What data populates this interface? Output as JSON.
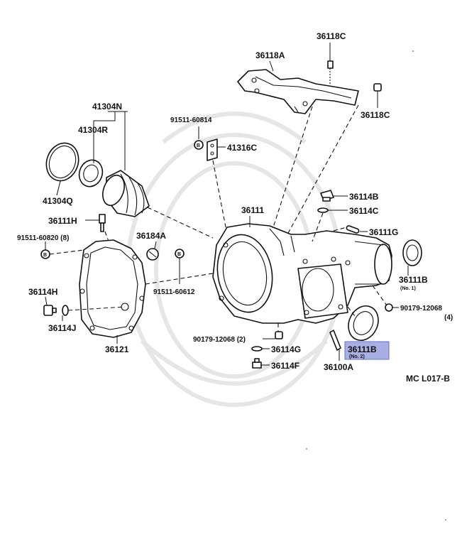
{
  "diagram": {
    "code": "MC L017-B",
    "highlighted_part": "36111B",
    "labels": {
      "p36118C_top": "36118C",
      "p36118A": "36118A",
      "p36118C_right": "36118C",
      "p41304N": "41304N",
      "p41304R": "41304R",
      "p41304Q": "41304Q",
      "p91511_60814": "91511-60814",
      "p41316C": "41316C",
      "p36114B": "36114B",
      "p36114C": "36114C",
      "p36111": "36111",
      "p36111H": "36111H",
      "p91511_60820": "91511-60820 (8)",
      "p36184A": "36184A",
      "p36111G": "36111G",
      "p36111B_1": "36111B",
      "p36111B_1_note": "(No. 1)",
      "p90179_12068_right": "90179-12068",
      "p90179_12068_right_qty": "(4)",
      "p36114H": "36114H",
      "p91511_60612": "91511-60612",
      "p36114J": "36114J",
      "p36121": "36121",
      "p90179_12068_left": "90179-12068 (2)",
      "p36114G": "36114G",
      "p36111B_2": "36111B",
      "p36111B_2_note": "(No. 2)",
      "p36114F": "36114F",
      "p36100A": "36100A"
    },
    "bolt_symbol": "B"
  }
}
